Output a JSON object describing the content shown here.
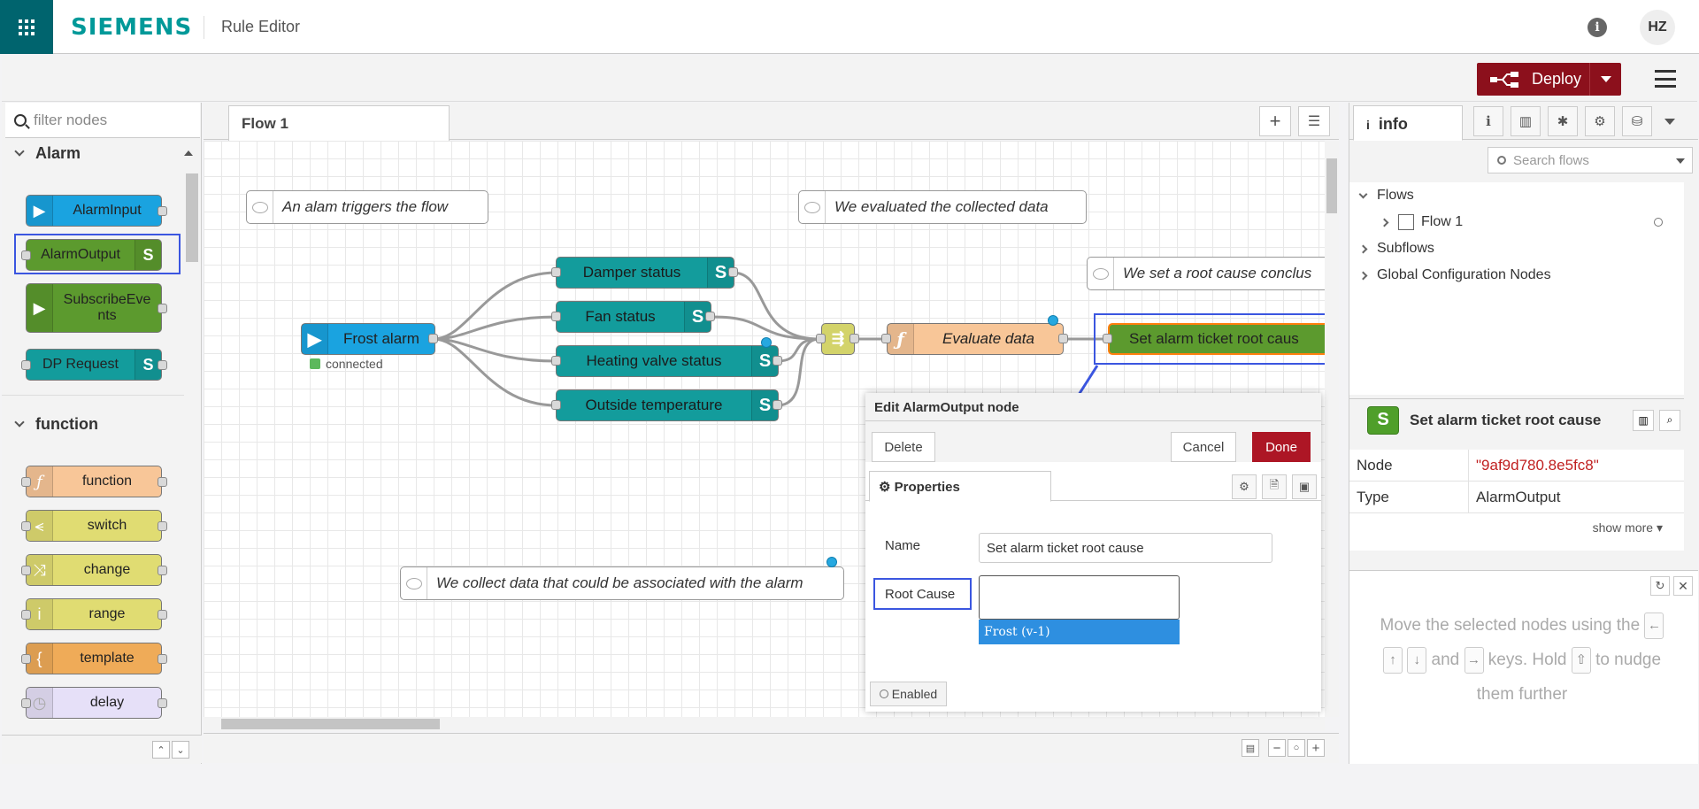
{
  "topbar": {
    "brand": "SIEMENS",
    "app_title": "Rule Editor",
    "info_symbol": "i",
    "user_initials": "HZ"
  },
  "header": {
    "deploy_label": "Deploy"
  },
  "palette": {
    "search_placeholder": "filter nodes",
    "categories": [
      {
        "name": "Alarm",
        "nodes": [
          {
            "label": "AlarmInput",
            "color": "#1aa3e0",
            "icon": "arrow-in-icon"
          },
          {
            "label": "AlarmOutput",
            "color": "#5c9a2e",
            "icon": "siemens-s-icon"
          },
          {
            "label": "SubscribeEvents",
            "color": "#5c9a2e",
            "icon": "arrow-in-icon"
          },
          {
            "label": "DP Request",
            "color": "#139c9c",
            "icon": "siemens-s-icon"
          }
        ]
      },
      {
        "name": "function",
        "nodes": [
          {
            "label": "function",
            "color": "#f8c698",
            "icon": "function-icon"
          },
          {
            "label": "switch",
            "color": "#e0dc72",
            "icon": "switch-icon"
          },
          {
            "label": "change",
            "color": "#e0dc72",
            "icon": "change-icon"
          },
          {
            "label": "range",
            "color": "#e0dc72",
            "icon": "range-icon"
          },
          {
            "label": "template",
            "color": "#efab58",
            "icon": "template-icon"
          },
          {
            "label": "delay",
            "color": "#e6e0f8",
            "icon": "clock-icon"
          }
        ]
      }
    ]
  },
  "workspace": {
    "tab_label": "Flow 1",
    "comments": [
      "An alam triggers the flow",
      "We evaluated the collected data",
      "We set a root cause conclus",
      "We collect data that could be associated with the alarm"
    ],
    "nodes": {
      "frost_alarm": "Frost alarm",
      "frost_status": "connected",
      "damper": "Damper status",
      "fan": "Fan status",
      "heating": "Heating valve status",
      "outside": "Outside temperature",
      "evaluate": "Evaluate data",
      "set_alarm": "Set alarm ticket root caus"
    }
  },
  "edit_dialog": {
    "title": "Edit AlarmOutput node",
    "delete_label": "Delete",
    "cancel_label": "Cancel",
    "done_label": "Done",
    "properties_tab": "Properties",
    "name_label": "Name",
    "name_value": "Set alarm ticket root cause",
    "root_cause_label": "Root Cause",
    "root_cause_value": "",
    "dropdown_option": "Frost (v-1)",
    "enabled_label": "Enabled"
  },
  "sidebar": {
    "tab_label": "info",
    "search_placeholder": "Search flows",
    "tree": {
      "flows": "Flows",
      "flow1": "Flow 1",
      "subflows": "Subflows",
      "global": "Global Configuration Nodes"
    },
    "selected_node_title": "Set alarm ticket root cause",
    "props": [
      {
        "key": "Node",
        "value": "\"9af9d780.8e5fc8\""
      },
      {
        "key": "Type",
        "value": "AlarmOutput"
      }
    ],
    "show_more": "show more",
    "help": {
      "part1": "Move the selected nodes using the",
      "part2": "and",
      "part3": "keys. Hold",
      "part4": "to nudge them further"
    }
  }
}
